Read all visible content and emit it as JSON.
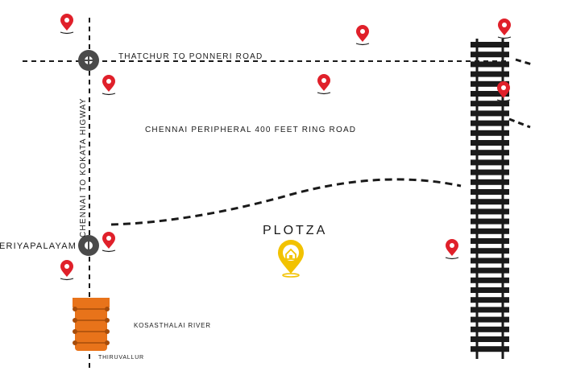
{
  "map": {
    "labels": {
      "thatchur_road": "THATCHUR TO PONNERI ROAD",
      "ring_road": "CHENNAI PERIPHERAL 400 FEET RING ROAD",
      "highway": "CHENNAI TO KOKATA HIGWAY",
      "place_left": "ERIYAPALAYAM",
      "river": "KOSASTHALAI RIVER",
      "place_bottom": "THIRUVALLUR",
      "brand": "PLOTZA"
    },
    "colors": {
      "road": "#1a1a1a",
      "marker": "#e0202a",
      "brand": "#f2c200",
      "river": "#e8731a",
      "junction": "#4a4a4a"
    },
    "icons": {
      "location_marker": "map-pin-icon",
      "brand_marker": "home-pin-icon",
      "junction": "roundabout-icon",
      "railway": "railway-track"
    }
  }
}
